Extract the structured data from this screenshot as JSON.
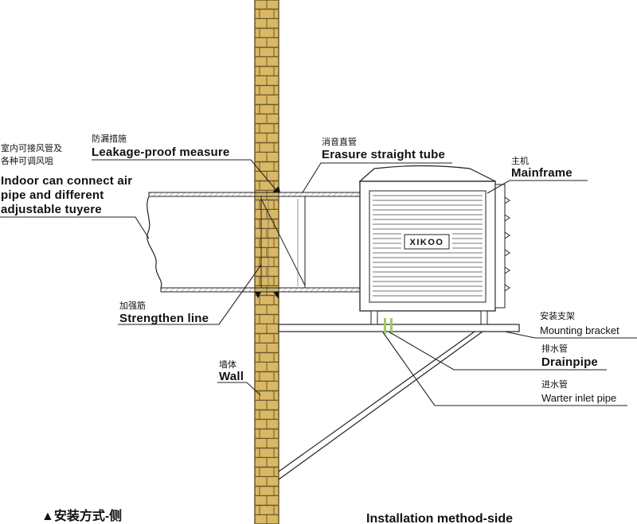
{
  "labels": {
    "indoor": {
      "cn_line1": "室内可接风管及",
      "cn_line2": "各种可调风咀",
      "en_line1": "Indoor can connect air",
      "en_line2": "pipe and different",
      "en_line3": "adjustable tuyere"
    },
    "leakage": {
      "cn": "防漏措施",
      "en": "Leakage-proof measure"
    },
    "erasure": {
      "cn": "消音直管",
      "en": "Erasure straight tube"
    },
    "mainframe": {
      "cn": "主机",
      "en": "Mainframe"
    },
    "strengthen": {
      "cn": "加强筋",
      "en": "Strengthen line"
    },
    "wall": {
      "cn": "墙体",
      "en": "Wall"
    },
    "bracket": {
      "cn": "安装支架",
      "en": "Mounting bracket"
    },
    "drainpipe": {
      "cn": "排水管",
      "en": "Drainpipe"
    },
    "inlet": {
      "cn": "进水管",
      "en": "Warter inlet pipe"
    }
  },
  "brand": "XIKOO",
  "caption_cn": "▲安装方式-侧",
  "caption_en": "Installation method-side",
  "colors": {
    "wall_fill": "#d9b866",
    "wall_mortar": "#6b5a2a",
    "outline": "#222222",
    "pipe_hatch": "#9a9a9a",
    "drain_pipe": "#9ccc65"
  }
}
